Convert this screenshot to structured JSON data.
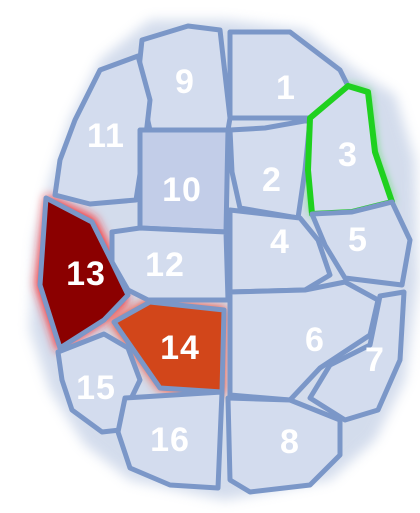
{
  "diagram": {
    "colors": {
      "region_fill": "#d3dcee",
      "region_stroke": "#7b97c8",
      "highlight_green": "#1fd11f",
      "highlight_red": "#ff1e1e",
      "region_10_fill": "#c2cde8",
      "region_13_fill": "#8b0000",
      "region_14_fill": "#d2461a",
      "label_color": "#ffffff"
    },
    "regions": [
      {
        "id": "1",
        "label": "1",
        "state": "normal"
      },
      {
        "id": "2",
        "label": "2",
        "state": "normal"
      },
      {
        "id": "3",
        "label": "3",
        "state": "highlighted-green"
      },
      {
        "id": "4",
        "label": "4",
        "state": "normal"
      },
      {
        "id": "5",
        "label": "5",
        "state": "normal"
      },
      {
        "id": "6",
        "label": "6",
        "state": "normal"
      },
      {
        "id": "7",
        "label": "7",
        "state": "normal"
      },
      {
        "id": "8",
        "label": "8",
        "state": "normal"
      },
      {
        "id": "9",
        "label": "9",
        "state": "normal"
      },
      {
        "id": "10",
        "label": "10",
        "state": "normal"
      },
      {
        "id": "11",
        "label": "11",
        "state": "normal"
      },
      {
        "id": "12",
        "label": "12",
        "state": "normal"
      },
      {
        "id": "13",
        "label": "13",
        "state": "highlighted-red"
      },
      {
        "id": "14",
        "label": "14",
        "state": "highlighted-red"
      },
      {
        "id": "15",
        "label": "15",
        "state": "normal"
      },
      {
        "id": "16",
        "label": "16",
        "state": "normal"
      }
    ]
  }
}
